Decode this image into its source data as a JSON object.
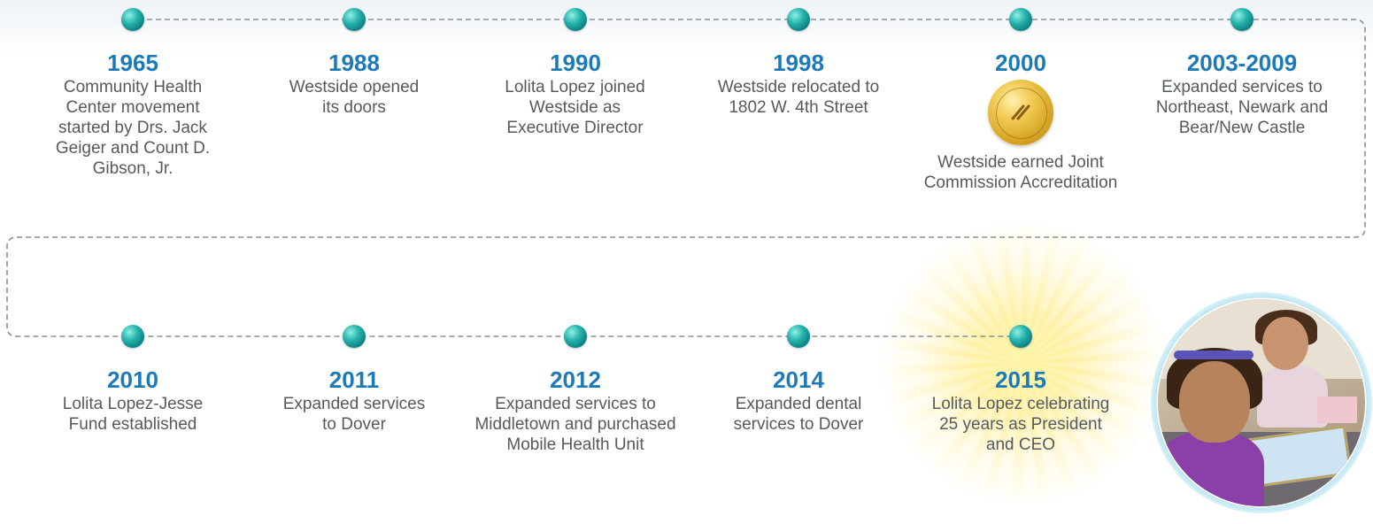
{
  "events": [
    {
      "year": "1965",
      "desc": "Community Health Center movement started by Drs. Jack Geiger and Count D. Gibson, Jr."
    },
    {
      "year": "1988",
      "desc": "Westside opened its doors"
    },
    {
      "year": "1990",
      "desc": "Lolita Lopez joined Westside as Executive Director"
    },
    {
      "year": "1998",
      "desc": "Westside relocated to 1802 W. 4th Street"
    },
    {
      "year": "2000",
      "desc": "Westside earned Joint Commission Accreditation"
    },
    {
      "year": "2003-2009",
      "desc": "Expanded services to Northeast, Newark and Bear/New Castle"
    },
    {
      "year": "2010",
      "desc": "Lolita Lopez-Jesse Fund established"
    },
    {
      "year": "2011",
      "desc": "Expanded services to Dover"
    },
    {
      "year": "2012",
      "desc": "Expanded services to Middletown and purchased Mobile Health Unit"
    },
    {
      "year": "2014",
      "desc": "Expanded dental services to Dover"
    },
    {
      "year": "2015",
      "desc": "Lolita Lopez celebrating 25 years as President and CEO"
    }
  ],
  "colors": {
    "year": "#1d7ab8",
    "text": "#555a5e",
    "node": "#1a9e9a",
    "connector": "#8a8f94"
  }
}
